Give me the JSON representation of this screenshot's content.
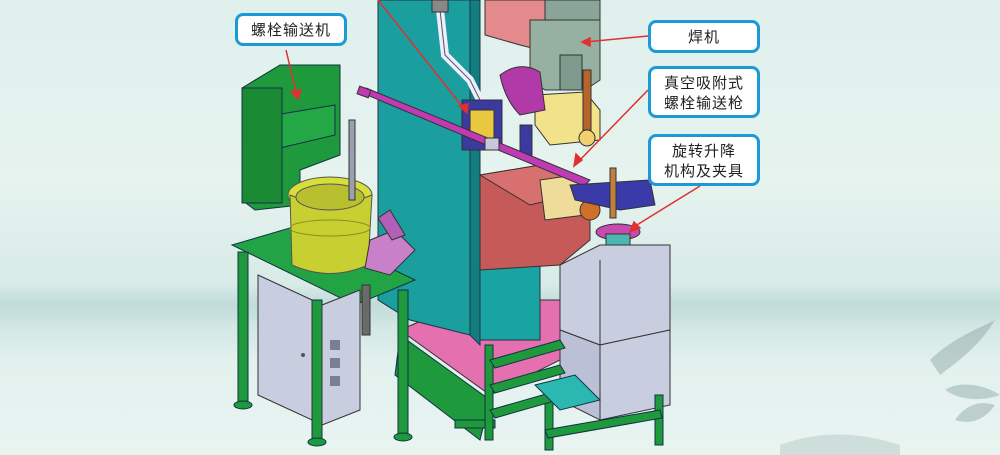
{
  "labels": {
    "bolt_feeder": {
      "text": "螺栓输送机"
    },
    "welder": {
      "text": "焊机"
    },
    "vacuum_gun": {
      "line1": "真空吸附式",
      "line2": "螺栓输送枪"
    },
    "rotary_lift": {
      "line1": "旋转升降",
      "line2": "机构及夹具"
    }
  },
  "colors": {
    "callout_border": "#1c9ad6",
    "arrow": "#e03030",
    "frame_green": "#1e9a3c",
    "welder_teal": "#1a9e9e",
    "bowl_yellow": "#d8de3a",
    "base_pink": "#e470b0",
    "arm_magenta": "#c03ab4",
    "cabinet_grey": "#c9cde0"
  }
}
